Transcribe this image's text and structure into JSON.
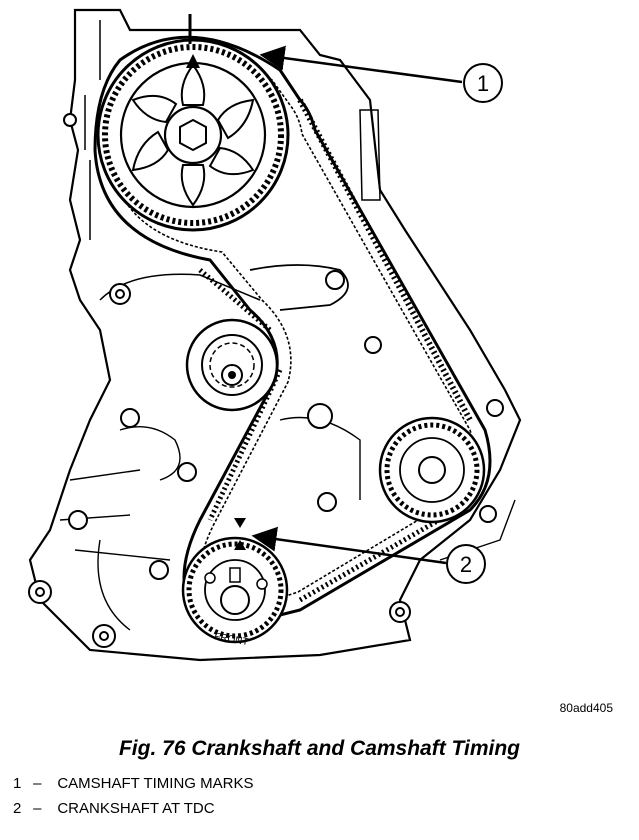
{
  "figure": {
    "id_code": "80add405",
    "caption": "Fig. 76 Crankshaft and Camshaft Timing"
  },
  "callouts": [
    {
      "number": "1"
    },
    {
      "number": "2"
    }
  ],
  "part_labels": {
    "crank_sprocket_text": "FRONT"
  },
  "legend": [
    {
      "number": "1",
      "dash": "–",
      "text": "CAMSHAFT TIMING MARKS"
    },
    {
      "number": "2",
      "dash": "–",
      "text": "CRANKSHAFT AT TDC"
    }
  ]
}
